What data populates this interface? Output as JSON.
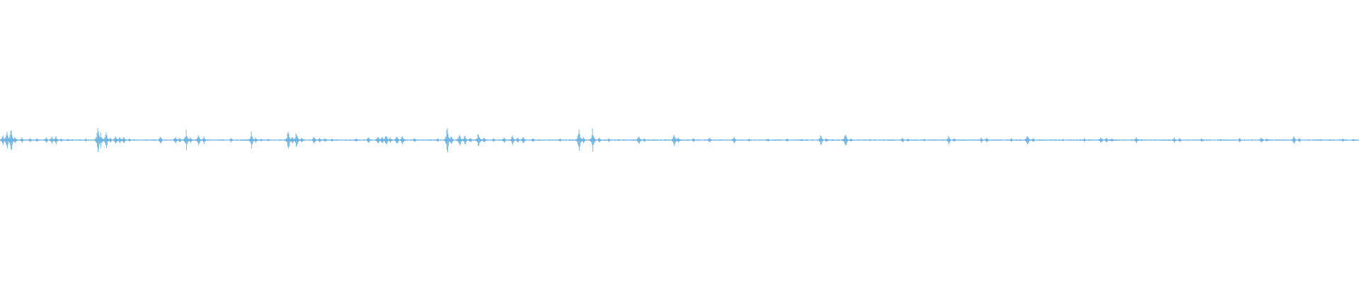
{
  "waveform": {
    "color": "#5aa9dc",
    "background": "#ffffff",
    "baseline_amplitude": 0.006,
    "spikes": [
      {
        "t": 0.002,
        "amp": 0.08
      },
      {
        "t": 0.005,
        "amp": 0.16
      },
      {
        "t": 0.008,
        "amp": 0.22
      },
      {
        "t": 0.011,
        "amp": 0.07
      },
      {
        "t": 0.016,
        "amp": 0.05
      },
      {
        "t": 0.022,
        "amp": 0.04
      },
      {
        "t": 0.027,
        "amp": 0.03
      },
      {
        "t": 0.034,
        "amp": 0.05
      },
      {
        "t": 0.038,
        "amp": 0.07
      },
      {
        "t": 0.041,
        "amp": 0.08
      },
      {
        "t": 0.045,
        "amp": 0.03
      },
      {
        "t": 0.05,
        "amp": 0.02
      },
      {
        "t": 0.063,
        "amp": 0.03
      },
      {
        "t": 0.072,
        "amp": 0.25
      },
      {
        "t": 0.074,
        "amp": 0.12
      },
      {
        "t": 0.078,
        "amp": 0.15
      },
      {
        "t": 0.081,
        "amp": 0.05
      },
      {
        "t": 0.085,
        "amp": 0.09
      },
      {
        "t": 0.088,
        "amp": 0.06
      },
      {
        "t": 0.091,
        "amp": 0.07
      },
      {
        "t": 0.095,
        "amp": 0.03
      },
      {
        "t": 0.118,
        "amp": 0.07
      },
      {
        "t": 0.129,
        "amp": 0.06
      },
      {
        "t": 0.132,
        "amp": 0.04
      },
      {
        "t": 0.137,
        "amp": 0.15
      },
      {
        "t": 0.14,
        "amp": 0.05
      },
      {
        "t": 0.146,
        "amp": 0.09
      },
      {
        "t": 0.15,
        "amp": 0.06
      },
      {
        "t": 0.17,
        "amp": 0.04
      },
      {
        "t": 0.185,
        "amp": 0.15
      },
      {
        "t": 0.188,
        "amp": 0.05
      },
      {
        "t": 0.192,
        "amp": 0.03
      },
      {
        "t": 0.197,
        "amp": 0.02
      },
      {
        "t": 0.212,
        "amp": 0.18
      },
      {
        "t": 0.215,
        "amp": 0.07
      },
      {
        "t": 0.218,
        "amp": 0.14
      },
      {
        "t": 0.222,
        "amp": 0.05
      },
      {
        "t": 0.231,
        "amp": 0.07
      },
      {
        "t": 0.235,
        "amp": 0.05
      },
      {
        "t": 0.239,
        "amp": 0.04
      },
      {
        "t": 0.244,
        "amp": 0.03
      },
      {
        "t": 0.262,
        "amp": 0.03
      },
      {
        "t": 0.271,
        "amp": 0.06
      },
      {
        "t": 0.278,
        "amp": 0.08
      },
      {
        "t": 0.281,
        "amp": 0.07
      },
      {
        "t": 0.284,
        "amp": 0.1
      },
      {
        "t": 0.287,
        "amp": 0.05
      },
      {
        "t": 0.292,
        "amp": 0.08
      },
      {
        "t": 0.296,
        "amp": 0.09
      },
      {
        "t": 0.305,
        "amp": 0.04
      },
      {
        "t": 0.322,
        "amp": 0.03
      },
      {
        "t": 0.329,
        "amp": 0.23
      },
      {
        "t": 0.332,
        "amp": 0.08
      },
      {
        "t": 0.338,
        "amp": 0.12
      },
      {
        "t": 0.342,
        "amp": 0.08
      },
      {
        "t": 0.346,
        "amp": 0.05
      },
      {
        "t": 0.352,
        "amp": 0.14
      },
      {
        "t": 0.356,
        "amp": 0.06
      },
      {
        "t": 0.363,
        "amp": 0.03
      },
      {
        "t": 0.371,
        "amp": 0.06
      },
      {
        "t": 0.377,
        "amp": 0.08
      },
      {
        "t": 0.381,
        "amp": 0.05
      },
      {
        "t": 0.385,
        "amp": 0.07
      },
      {
        "t": 0.392,
        "amp": 0.04
      },
      {
        "t": 0.412,
        "amp": 0.03
      },
      {
        "t": 0.426,
        "amp": 0.2
      },
      {
        "t": 0.429,
        "amp": 0.06
      },
      {
        "t": 0.436,
        "amp": 0.18
      },
      {
        "t": 0.441,
        "amp": 0.05
      },
      {
        "t": 0.448,
        "amp": 0.03
      },
      {
        "t": 0.455,
        "amp": 0.02
      },
      {
        "t": 0.47,
        "amp": 0.09
      },
      {
        "t": 0.474,
        "amp": 0.04
      },
      {
        "t": 0.496,
        "amp": 0.12
      },
      {
        "t": 0.499,
        "amp": 0.05
      },
      {
        "t": 0.51,
        "amp": 0.04
      },
      {
        "t": 0.522,
        "amp": 0.05
      },
      {
        "t": 0.54,
        "amp": 0.06
      },
      {
        "t": 0.551,
        "amp": 0.03
      },
      {
        "t": 0.565,
        "amp": 0.03
      },
      {
        "t": 0.579,
        "amp": 0.03
      },
      {
        "t": 0.59,
        "amp": 0.02
      },
      {
        "t": 0.604,
        "amp": 0.1
      },
      {
        "t": 0.608,
        "amp": 0.04
      },
      {
        "t": 0.622,
        "amp": 0.13
      },
      {
        "t": 0.626,
        "amp": 0.03
      },
      {
        "t": 0.64,
        "amp": 0.02
      },
      {
        "t": 0.664,
        "amp": 0.04
      },
      {
        "t": 0.668,
        "amp": 0.03
      },
      {
        "t": 0.68,
        "amp": 0.02
      },
      {
        "t": 0.698,
        "amp": 0.07
      },
      {
        "t": 0.702,
        "amp": 0.03
      },
      {
        "t": 0.722,
        "amp": 0.05
      },
      {
        "t": 0.726,
        "amp": 0.04
      },
      {
        "t": 0.744,
        "amp": 0.03
      },
      {
        "t": 0.756,
        "amp": 0.1
      },
      {
        "t": 0.76,
        "amp": 0.04
      },
      {
        "t": 0.782,
        "amp": 0.02
      },
      {
        "t": 0.798,
        "amp": 0.03
      },
      {
        "t": 0.81,
        "amp": 0.06
      },
      {
        "t": 0.814,
        "amp": 0.05
      },
      {
        "t": 0.818,
        "amp": 0.03
      },
      {
        "t": 0.836,
        "amp": 0.06
      },
      {
        "t": 0.84,
        "amp": 0.02
      },
      {
        "t": 0.864,
        "amp": 0.05
      },
      {
        "t": 0.868,
        "amp": 0.04
      },
      {
        "t": 0.884,
        "amp": 0.03
      },
      {
        "t": 0.898,
        "amp": 0.02
      },
      {
        "t": 0.912,
        "amp": 0.04
      },
      {
        "t": 0.928,
        "amp": 0.05
      },
      {
        "t": 0.932,
        "amp": 0.03
      },
      {
        "t": 0.952,
        "amp": 0.07
      },
      {
        "t": 0.956,
        "amp": 0.04
      },
      {
        "t": 0.972,
        "amp": 0.02
      },
      {
        "t": 0.988,
        "amp": 0.03
      },
      {
        "t": 0.996,
        "amp": 0.02
      }
    ]
  }
}
